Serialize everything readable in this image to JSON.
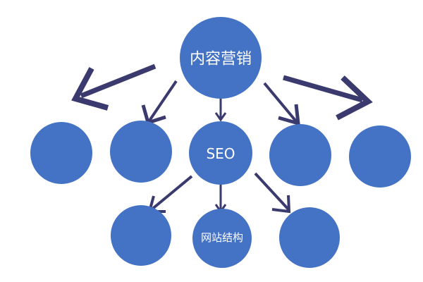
{
  "diagram": {
    "nodes": [
      {
        "id": "root",
        "label": "内容营销"
      },
      {
        "id": "seo",
        "label": "SEO"
      },
      {
        "id": "website-structure",
        "label": "网站结构"
      }
    ],
    "colors": {
      "node": "#4472c4",
      "arrow": "#3a3a6e",
      "label": "#ffffff",
      "background": "#ffffff"
    }
  }
}
